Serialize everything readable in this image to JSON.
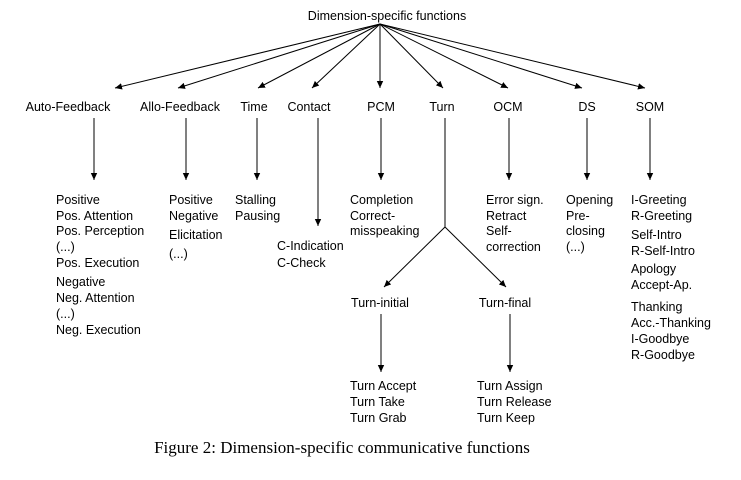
{
  "root": "Dimension-specific functions",
  "dimensions": [
    {
      "label": "Auto-Feedback",
      "items": [
        "Positive",
        "Pos. Attention",
        "Pos. Perception",
        "(...)",
        "Pos. Execution",
        "Negative",
        "Neg. Attention",
        "(...)",
        "Neg. Execution"
      ]
    },
    {
      "label": "Allo-Feedback",
      "items": [
        "Positive",
        "Negative",
        "Elicitation",
        "(...)"
      ]
    },
    {
      "label": "Time",
      "items": [
        "Stalling",
        "Pausing"
      ]
    },
    {
      "label": "Contact",
      "items": [
        "C-Indication",
        "C-Check"
      ]
    },
    {
      "label": "PCM",
      "items": [
        "Completion",
        "Correct-",
        "misspeaking"
      ]
    },
    {
      "label": "Turn",
      "items": []
    },
    {
      "label": "OCM",
      "items": [
        "Error sign.",
        "Retract",
        "Self-",
        "correction"
      ]
    },
    {
      "label": "DS",
      "items": [
        "Opening",
        "Pre-",
        "closing",
        "(...)"
      ]
    },
    {
      "label": "SOM",
      "items": [
        "I-Greeting",
        "R-Greeting",
        "Self-Intro",
        "R-Self-Intro",
        "Apology",
        "Accept-Ap.",
        "Thanking",
        "Acc.-Thanking",
        "I-Goodbye",
        "R-Goodbye"
      ]
    }
  ],
  "turn_children": [
    {
      "label": "Turn-initial",
      "items": [
        "Turn Accept",
        "Turn Take",
        "Turn Grab"
      ]
    },
    {
      "label": "Turn-final",
      "items": [
        "Turn Assign",
        "Turn Release",
        "Turn Keep"
      ]
    }
  ],
  "caption": "Figure 2: Dimension-specific communicative functions"
}
